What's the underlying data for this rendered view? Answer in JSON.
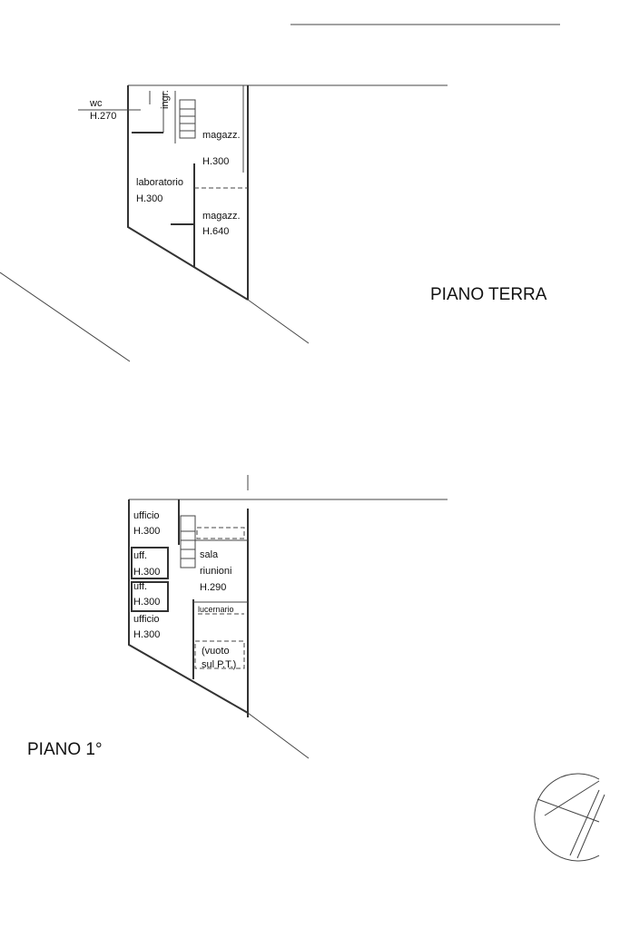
{
  "ground_floor": {
    "title": "PIANO TERRA",
    "rooms": [
      {
        "name": "wc",
        "height": "H.270"
      },
      {
        "name": "ingr."
      },
      {
        "name": "magazz.",
        "height": "H.300"
      },
      {
        "name": "laboratorio",
        "height": "H.300"
      },
      {
        "name": "magazz.",
        "height": "H.640"
      }
    ]
  },
  "first_floor": {
    "title": "PIANO 1°",
    "rooms": [
      {
        "name": "ufficio",
        "height": "H.300"
      },
      {
        "name": "uff.",
        "height": "H.300"
      },
      {
        "name": "uff.",
        "height": "H.300"
      },
      {
        "name": "ufficio",
        "height": "H.300"
      },
      {
        "name": "sala",
        "name2": "riunioni",
        "height": "H.290"
      },
      {
        "name": "lucernario"
      },
      {
        "name": "(vuoto",
        "name2": "sul P.T.)"
      }
    ]
  }
}
